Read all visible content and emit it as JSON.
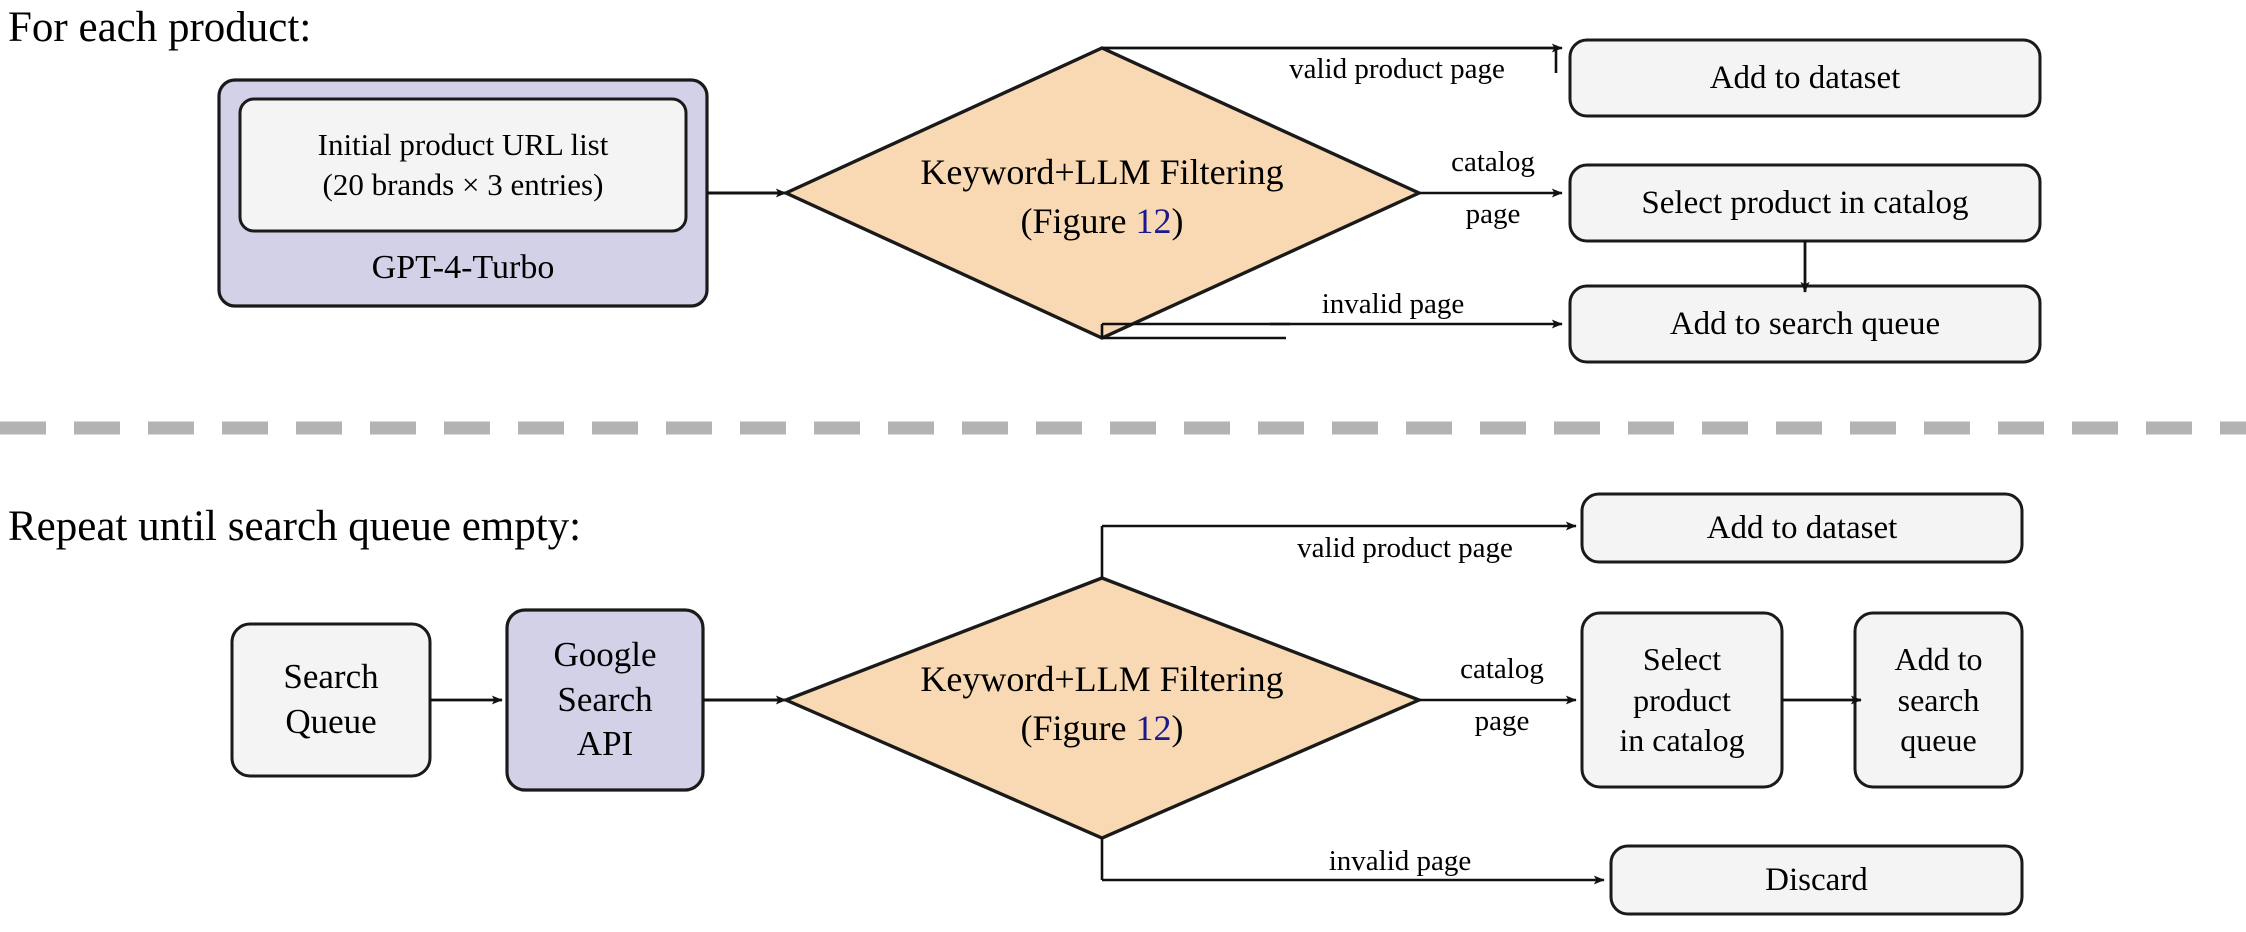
{
  "figure": {
    "type": "flowchart",
    "background_color": "#ffffff",
    "palette": {
      "lavender_fill": "#d3d1e7",
      "peach_fill": "#f8d9b4",
      "gray_fill": "#f4f4f4",
      "stroke": "#1a1a1a",
      "divider": "#b3b3b3",
      "link_blue": "#1a1a8c"
    }
  },
  "sections": [
    {
      "id": "top",
      "heading": "For each product:",
      "nodes": {
        "source_outer_label": "GPT-4-Turbo",
        "source_inner_line1": "Initial product URL list",
        "source_inner_line2": "(20 brands × 3 entries)",
        "decision_line1": "Keyword+LLM Filtering",
        "decision_line2_prefix": "(Figure ",
        "decision_line2_ref": "12",
        "decision_line2_suffix": ")",
        "out_valid": "Add to dataset",
        "out_catalog": "Select product in catalog",
        "out_invalid": "Add to search queue"
      },
      "edge_labels": {
        "valid": "valid product page",
        "catalog_line1": "catalog",
        "catalog_line2": "page",
        "invalid": "invalid page"
      }
    },
    {
      "id": "bottom",
      "heading": "Repeat until search queue empty:",
      "nodes": {
        "queue_line1": "Search",
        "queue_line2": "Queue",
        "api_line1": "Google",
        "api_line2": "Search",
        "api_line3": "API",
        "decision_line1": "Keyword+LLM Filtering",
        "decision_line2_prefix": "(Figure ",
        "decision_line2_ref": "12",
        "decision_line2_suffix": ")",
        "out_valid": "Add to dataset",
        "out_catalog_line1": "Select",
        "out_catalog_line2": "product",
        "out_catalog_line3": "in catalog",
        "out_requeue_line1": "Add to",
        "out_requeue_line2": "search",
        "out_requeue_line3": "queue",
        "out_invalid": "Discard"
      },
      "edge_labels": {
        "valid": "valid product page",
        "catalog_line1": "catalog",
        "catalog_line2": "page",
        "invalid": "invalid page"
      }
    }
  ]
}
